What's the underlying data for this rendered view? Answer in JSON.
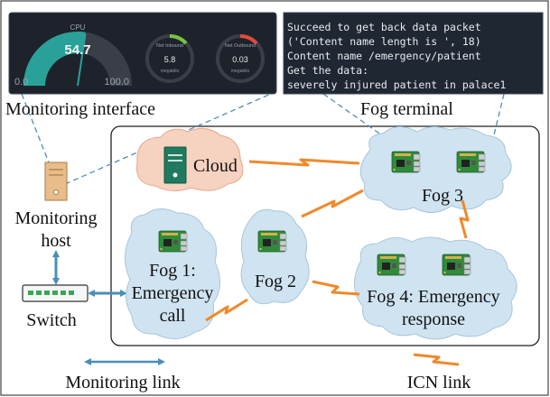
{
  "colors": {
    "monitoring_link": "#4a8fb8",
    "icn_link": "#f0892a",
    "cloud_fill": "#f6d2c0",
    "fog_cloud_fill": "#cfe3f1",
    "terminal_bg": "#1f2733",
    "gauge_teal": "#2aa198",
    "gauge_green": "#7ac143",
    "gauge_red": "#e14b3b"
  },
  "monitoring_interface": {
    "caption": "Monitoring interface",
    "cpu": {
      "label": "CPU",
      "value": "54.7",
      "min": "0.0",
      "max": "100.0",
      "fraction": 0.547
    },
    "net_inbound": {
      "label": "Net Inbound",
      "value": "5.8",
      "unit": "megabits"
    },
    "net_outbound": {
      "label": "Net Outbound",
      "value": "0.03",
      "unit": "megabits"
    }
  },
  "fog_terminal": {
    "caption": "Fog terminal",
    "lines": [
      "Succeed to get back data packet",
      "('Content name length is ', 18)",
      "Content name /emergency/patient",
      "Get the data:",
      "severely injured patient in palace1"
    ]
  },
  "nodes": {
    "monitoring_host": {
      "line1": "Monitoring",
      "line2": "host",
      "icon": "server-icon"
    },
    "switch": {
      "label": "Switch",
      "icon": "network-switch-icon"
    },
    "cloud": {
      "label": "Cloud",
      "icon": "server-icon"
    },
    "fog1": {
      "line1": "Fog 1:",
      "line2": "Emergency",
      "line3": "call",
      "icon": "raspberry-pi-board-icon"
    },
    "fog2": {
      "label": "Fog 2",
      "icon": "raspberry-pi-board-icon"
    },
    "fog3": {
      "label": "Fog 3",
      "icon": "raspberry-pi-board-icon"
    },
    "fog4": {
      "line1": "Fog 4: Emergency",
      "line2": "response",
      "icon": "raspberry-pi-board-icon"
    }
  },
  "legend": {
    "monitoring_link": "Monitoring link",
    "icn_link": "ICN link"
  }
}
